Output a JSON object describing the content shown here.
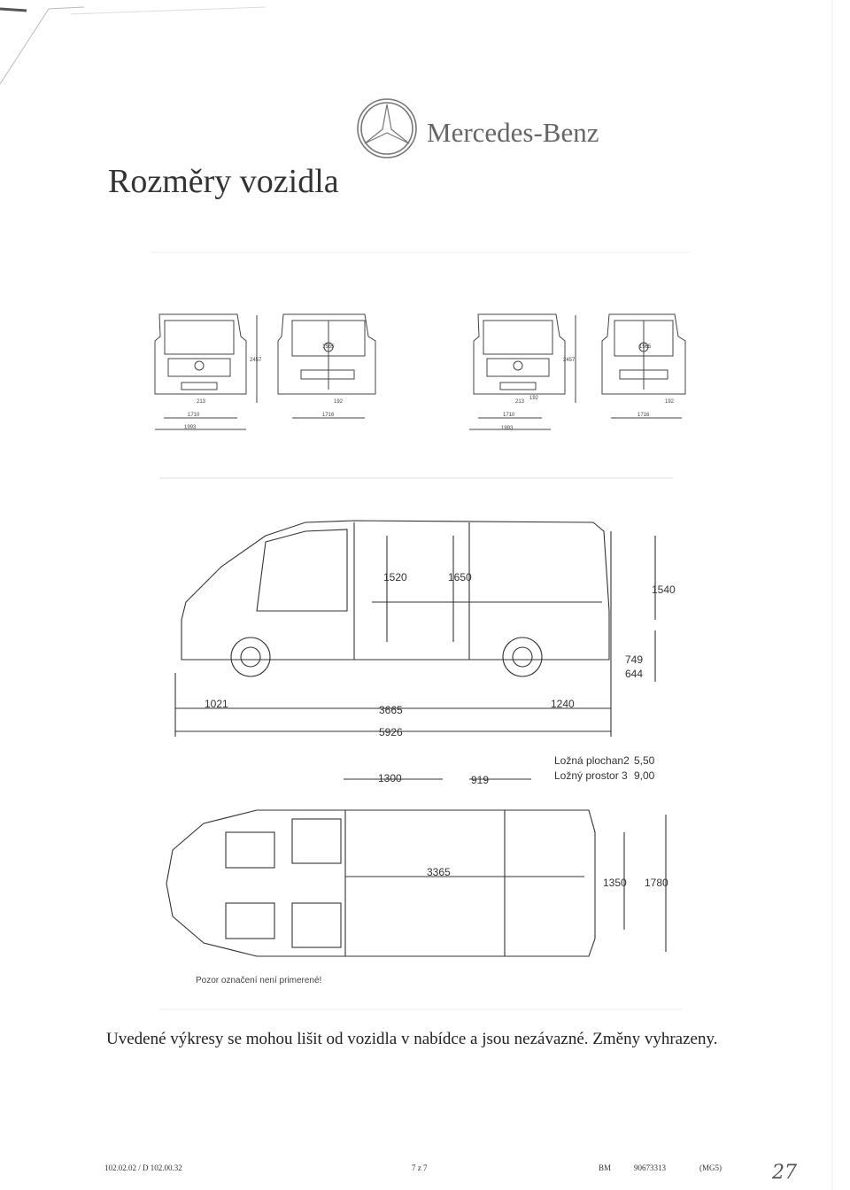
{
  "header": {
    "title": "Rozměry vozidla",
    "brand": "Mercedes-Benz"
  },
  "front_views": {
    "heights": [
      "2457",
      "2457"
    ],
    "widths": [
      "1710",
      "1993",
      "1716",
      "1710",
      "1993",
      "1716"
    ],
    "small": [
      "1565",
      "192",
      "213",
      "1565",
      "192",
      "213",
      "192"
    ]
  },
  "side_view": {
    "cargo_length_1": "1520",
    "cargo_height": "1650",
    "rear_height": "1540",
    "step_749": "749",
    "step_644": "644",
    "front_overhang": "1021",
    "wheelbase": "3665",
    "rear_overhang": "1240",
    "overall_length": "5926"
  },
  "cargo_stats": {
    "area_label": "Ložná plochan2",
    "area_value": "5,50",
    "volume_label": "Ložný prostor 3",
    "volume_value": "9,00"
  },
  "top_view": {
    "door_width": "1300",
    "rear_door": "919",
    "cargo_length": "3365",
    "inner_width": "1350",
    "total_width": "1780"
  },
  "note": "Pozor označení není primerené!",
  "disclaimer": "Uvedené výkresy se mohou lišit od vozidla v nabídce a jsou nezávazné. Změny vyhrazeny.",
  "footer": {
    "doc_code": "102.02.02 / D 102.00.32",
    "page": "7 z 7",
    "ref_prefix": "BM",
    "ref_number": "90673313",
    "ref_suffix": "(MG5)",
    "handwritten": "27"
  }
}
